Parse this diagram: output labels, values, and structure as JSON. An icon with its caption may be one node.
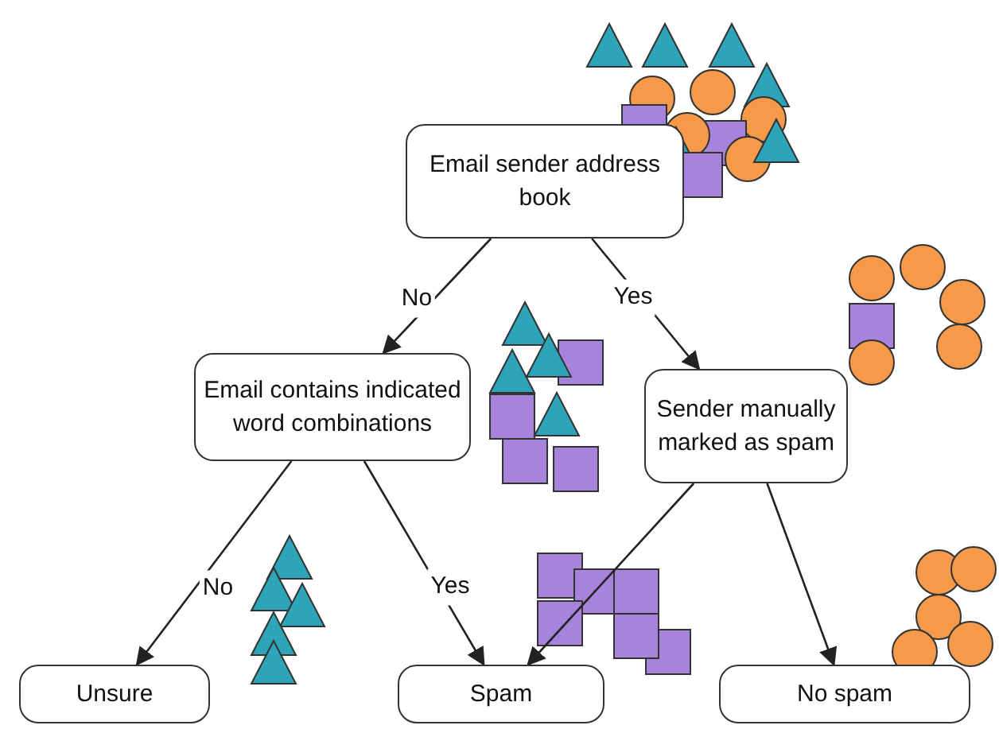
{
  "diagram": {
    "nodes": [
      {
        "text": [
          "Email sender address book"
        ]
      },
      {
        "text": [
          "Email contains indicated word combinations"
        ]
      },
      {
        "text": [
          "Sender manually marked as spam"
        ]
      },
      {
        "text": [
          "Unsure"
        ]
      },
      {
        "text": [
          "Spam"
        ]
      },
      {
        "text": [
          "No spam"
        ]
      }
    ],
    "edges": [
      {
        "from": 0,
        "to": 1,
        "arrow": "to",
        "label": "No"
      },
      {
        "from": 0,
        "to": 2,
        "arrow": "to",
        "label": "Yes"
      },
      {
        "from": 1,
        "to": 3,
        "arrow": "to",
        "label": "No"
      },
      {
        "from": 1,
        "to": 4,
        "arrow": "to",
        "label": "Yes"
      },
      {
        "from": 2,
        "to": 4,
        "arrow": "to"
      },
      {
        "from": 2,
        "to": 5,
        "arrow": "to"
      }
    ]
  }
}
